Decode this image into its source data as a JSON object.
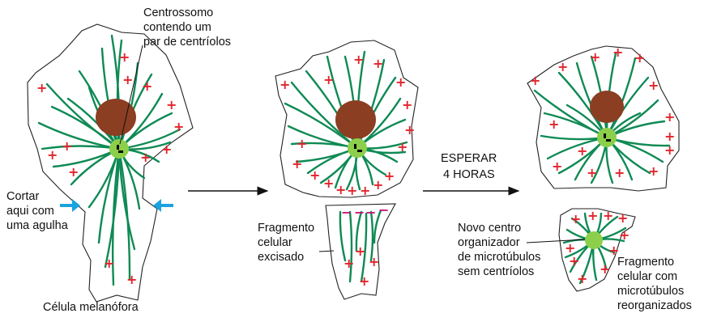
{
  "labels": {
    "centrosome": [
      "Centrossomo",
      "contendo um",
      "par de centríolos"
    ],
    "cut": [
      "Cortar",
      "aqui com",
      "uma agulha"
    ],
    "cell": "Célula melanófora",
    "excised": [
      "Fragmento",
      "celular",
      "excisado"
    ],
    "wait": [
      "ESPERAR",
      "4 HORAS"
    ],
    "new_center": [
      "Novo centro",
      "organizador",
      "de microtúbulos",
      "sem centríolos"
    ],
    "reorganized": [
      "Fragmento",
      "celular com",
      "microtúbulos",
      "reorganizados"
    ]
  },
  "symbols": {
    "plus": "+",
    "minus": "−"
  },
  "colors": {
    "microtubule": "#0f8a55",
    "nucleus": "#8b3e22",
    "centrosome": "#8ccf4a",
    "plus": "#e2242b",
    "minus": "#c8147a",
    "cut_arrow": "#1aa3df"
  }
}
